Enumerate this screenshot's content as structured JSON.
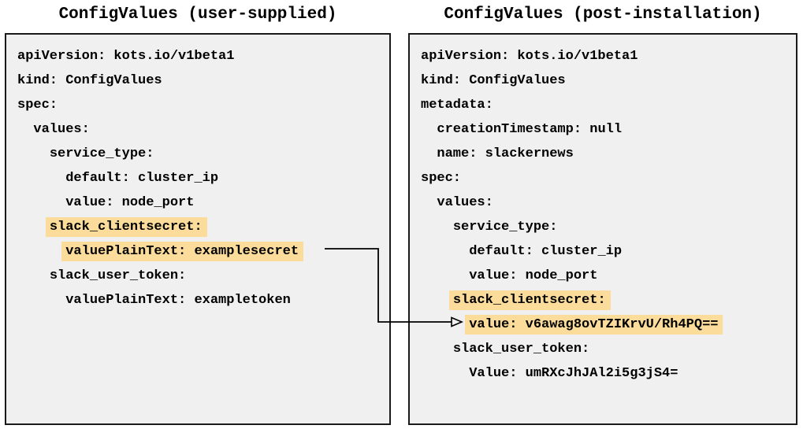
{
  "left": {
    "title": "ConfigValues (user-supplied)",
    "lines": [
      {
        "indent": "",
        "text": "apiVersion: kots.io/v1beta1",
        "highlight": false
      },
      {
        "indent": "",
        "text": "kind: ConfigValues",
        "highlight": false
      },
      {
        "indent": "",
        "text": "spec:",
        "highlight": false
      },
      {
        "indent": "  ",
        "text": "values:",
        "highlight": false
      },
      {
        "indent": "    ",
        "text": "service_type:",
        "highlight": false
      },
      {
        "indent": "      ",
        "text": "default: cluster_ip",
        "highlight": false
      },
      {
        "indent": "      ",
        "text": "value: node_port",
        "highlight": false
      },
      {
        "indent": "    ",
        "text": "slack_clientsecret:",
        "highlight": true
      },
      {
        "indent": "      ",
        "text": "valuePlainText: examplesecret",
        "highlight": true
      },
      {
        "indent": "    ",
        "text": "slack_user_token:",
        "highlight": false
      },
      {
        "indent": "      ",
        "text": "valuePlainText: exampletoken",
        "highlight": false
      }
    ]
  },
  "right": {
    "title": "ConfigValues (post-installation)",
    "lines": [
      {
        "indent": "",
        "text": "apiVersion: kots.io/v1beta1",
        "highlight": false
      },
      {
        "indent": "",
        "text": "kind: ConfigValues",
        "highlight": false
      },
      {
        "indent": "",
        "text": "metadata:",
        "highlight": false
      },
      {
        "indent": "  ",
        "text": "creationTimestamp: null",
        "highlight": false
      },
      {
        "indent": "  ",
        "text": "name: slackernews",
        "highlight": false
      },
      {
        "indent": "",
        "text": "spec:",
        "highlight": false
      },
      {
        "indent": "  ",
        "text": "values:",
        "highlight": false
      },
      {
        "indent": "    ",
        "text": "service_type:",
        "highlight": false
      },
      {
        "indent": "      ",
        "text": "default: cluster_ip",
        "highlight": false
      },
      {
        "indent": "      ",
        "text": "value: node_port",
        "highlight": false
      },
      {
        "indent": "    ",
        "text": "slack_clientsecret:",
        "highlight": true
      },
      {
        "indent": "      ",
        "text": "value: v6awag8ovTZIKrvU/Rh4PQ==",
        "highlight": true
      },
      {
        "indent": "    ",
        "text": "slack_user_token:",
        "highlight": false
      },
      {
        "indent": "      ",
        "text": "Value: umRXcJhJAl2i5g3jS4=",
        "highlight": false
      }
    ]
  },
  "colors": {
    "highlight": "#fbdc9b",
    "panel_background": "#f0f0f0",
    "panel_border": "#1a1a1a",
    "text": "#000000",
    "arrow": "#000000"
  }
}
